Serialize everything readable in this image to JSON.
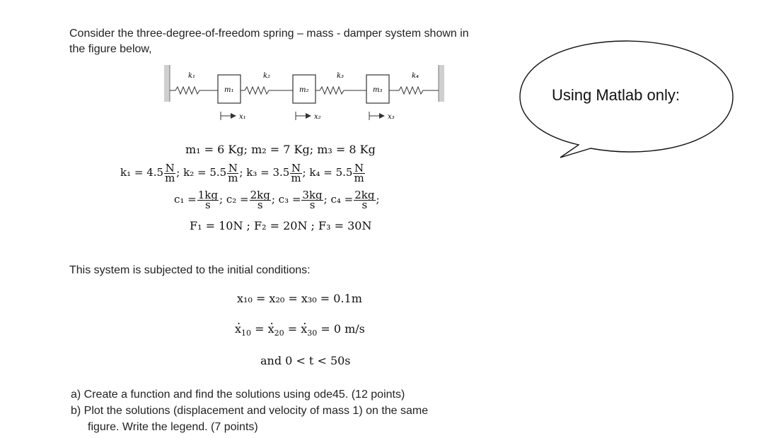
{
  "intro": {
    "line1": "Consider the three-degree-of-freedom spring – mass - damper system shown in",
    "line2": "the figure below,"
  },
  "diagram": {
    "springs": [
      "k₁",
      "k₂",
      "k₃",
      "k₄"
    ],
    "masses": [
      "m₁",
      "m₂",
      "m₃"
    ],
    "displacements": [
      "x₁",
      "x₂",
      "x₃"
    ]
  },
  "params": {
    "masses": "m₁ = 6 Kg;  m₂ = 7 Kg;  m₃ = 8 Kg",
    "k1": "k₁ = 4.5",
    "k2": "; k₂ = 5.5",
    "k3": "; k₃ = 3.5",
    "k4": "; k₄ = 5.5",
    "k_num": "N",
    "k_den": "m",
    "c1": "c₁ =",
    "c2": "; c₂ =",
    "c3": "; c₃ =",
    "c4": ";  c₄ =",
    "c1_num": "1kg",
    "c2_num": "2kg",
    "c3_num": "3kg",
    "c4_num": "2kg",
    "c_den": "s",
    "c_end": ";",
    "forces": "F₁ = 10N ;  F₂ = 20N ;   F₃ = 30N"
  },
  "initial": {
    "intro": "This system is subjected to the initial conditions:",
    "disp": "x₁₀ = x₂₀ = x₃₀ = 0.1m",
    "vel_rest": " = 0 m/s",
    "time": "and 0 < t < 50s"
  },
  "tasks": {
    "a": "a)  Create a function and find the solutions using ode45. (12 points)",
    "b1": "b)  Plot the solutions (displacement and velocity of mass 1) on the same",
    "b2": "figure. Write the legend. (7 points)"
  },
  "bubble": {
    "text": "Using Matlab only:"
  }
}
